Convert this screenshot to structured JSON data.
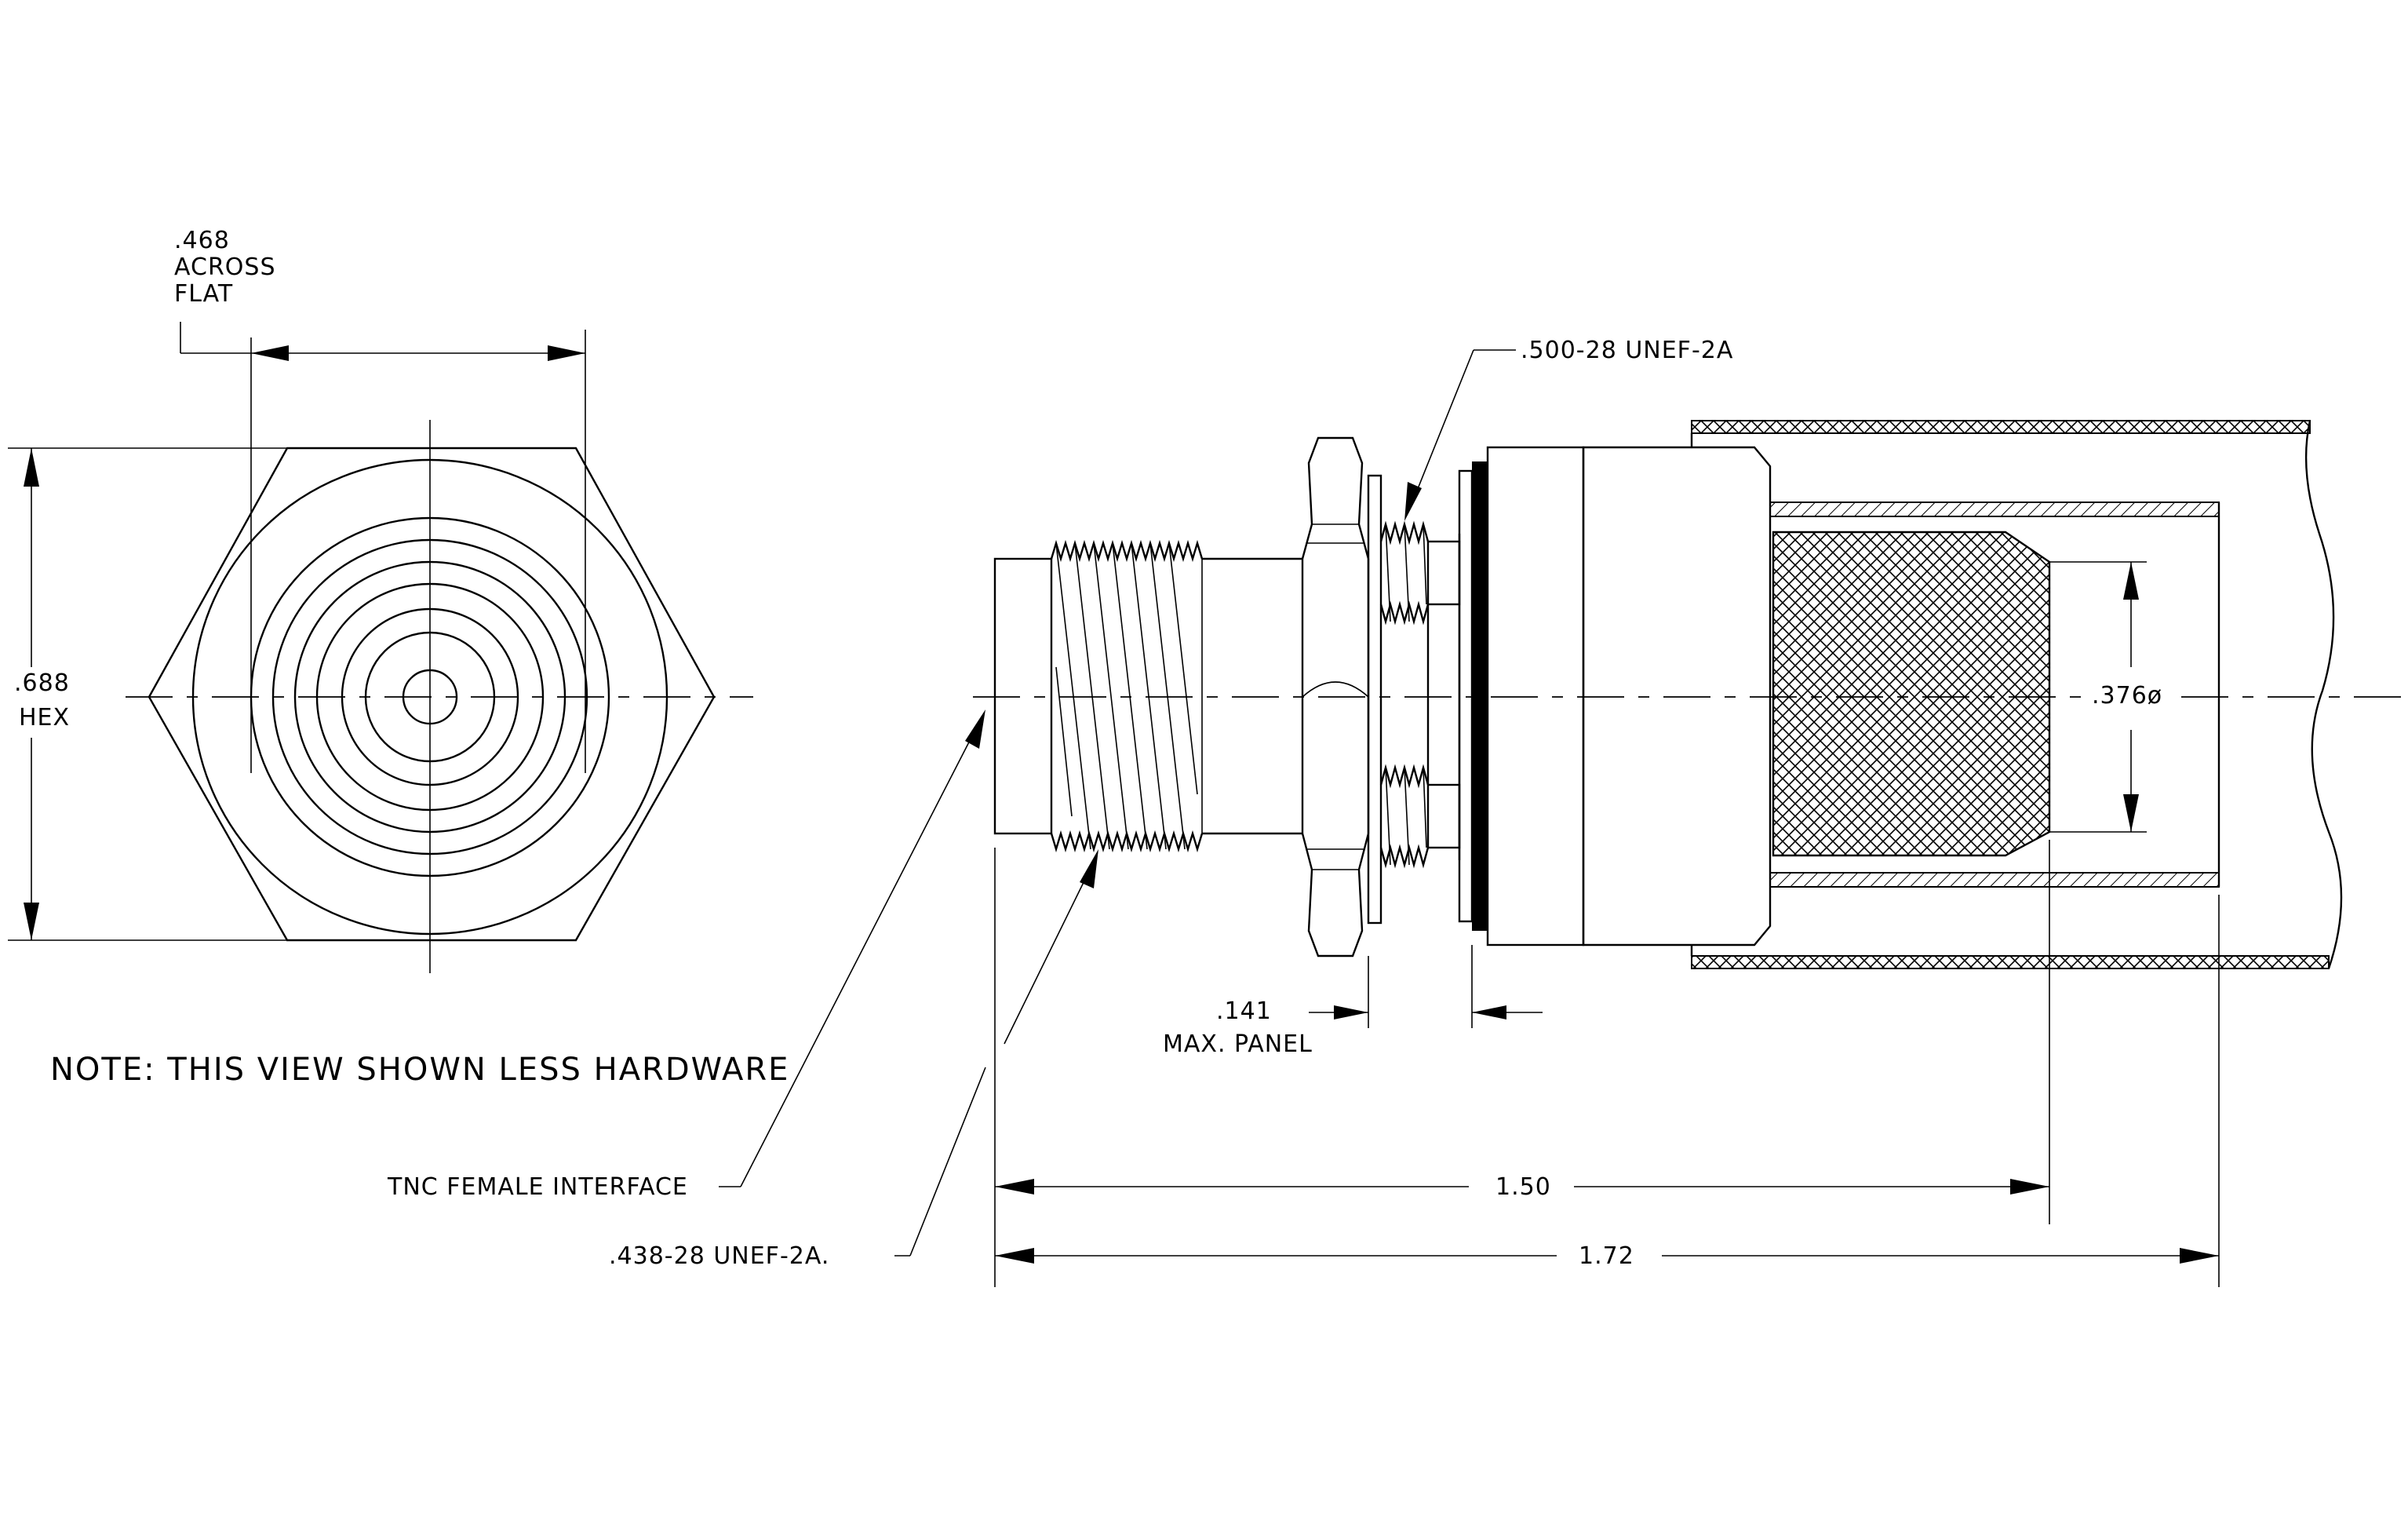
{
  "drawing": {
    "labels": {
      "across_flat": [
        ".468",
        "ACROSS",
        "FLAT"
      ],
      "hex": [
        ".688",
        "HEX"
      ],
      "note": "NOTE: THIS VIEW SHOWN LESS HARDWARE",
      "tnc": "TNC FEMALE INTERFACE",
      "thread_438": ".438-28 UNEF-2A.",
      "thread_500": ".500-28 UNEF-2A",
      "panel": [
        ".141",
        "MAX. PANEL"
      ],
      "dia_376": ".376ø",
      "len_150": "1.50",
      "len_172": "1.72"
    },
    "colors": {
      "line": "#000000",
      "background": "#ffffff"
    }
  }
}
